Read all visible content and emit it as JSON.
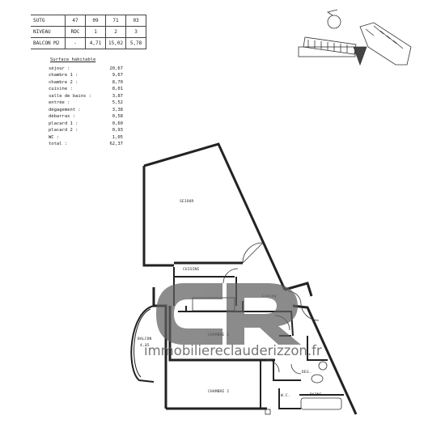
{
  "header_table": {
    "rows": [
      {
        "label": "SUTG",
        "values": [
          "47",
          "09",
          "71",
          "03"
        ]
      },
      {
        "label": "NIVEAU",
        "values": [
          "RDC",
          "1",
          "2",
          "3"
        ]
      },
      {
        "label": "BALCON M2",
        "values": [
          "-",
          "4,71",
          "15,02",
          "5,78"
        ]
      }
    ]
  },
  "surface": {
    "title": "Surface habitable",
    "rows": [
      {
        "label": "séjour :",
        "value": "20,67"
      },
      {
        "label": "chambre 1 :",
        "value": "9,67"
      },
      {
        "label": "chambre 2 :",
        "value": "8,70"
      },
      {
        "label": "cuisine :",
        "value": "8,01"
      },
      {
        "label": "salle de bains :",
        "value": "3,87"
      },
      {
        "label": "entrée :",
        "value": "5,52"
      },
      {
        "label": "dégagement :",
        "value": "3,38"
      },
      {
        "label": "débarras :",
        "value": "0,58"
      },
      {
        "label": "placard 1 :",
        "value": "0,60"
      },
      {
        "label": "placard 2 :",
        "value": "0,93"
      },
      {
        "label": "WC :",
        "value": "1,05"
      },
      {
        "label": "total :",
        "value": "62,37"
      }
    ]
  },
  "rooms": {
    "sejour": "SEJOUR",
    "cuisine": "CUISINE",
    "living": "Living",
    "chambre1": "CHAMBRE 1",
    "chambre2": "CHAMBRE 2",
    "balcon": "BALCON",
    "balcon_area": "4,35",
    "wc": "W.C.",
    "bains": "BAINS",
    "deg": "DEG."
  },
  "watermark": {
    "logo": "CR",
    "text": "immobiliereclauderizzon.fr",
    "color": "#5f5f5f"
  }
}
